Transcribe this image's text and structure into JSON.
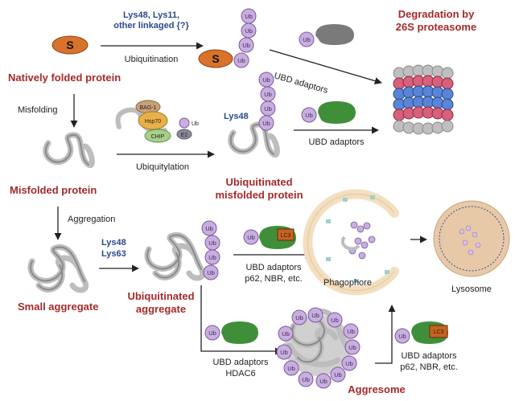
{
  "ub": "Ub",
  "s": "S",
  "lc3": "LC3",
  "native_protein": "Natively folded protein",
  "ubiquitination_linkage": [
    "Lys48, Lys11,",
    "other linkaged {?}"
  ],
  "ubiquitination": "Ubiquitination",
  "ubd_adaptors": "UBD adaptors",
  "degradation": [
    "Degradation by",
    "26S proteasome"
  ],
  "misfolding": "Misfolding",
  "chaperones": {
    "bag1": "BAG-1",
    "hsp70": "Hsp70",
    "chip": "CHIP",
    "e2": "E2"
  },
  "ubiquitylation": "Ubiquitylation",
  "misfolded_protein": "Misfolded protein",
  "lys48": "Lys48",
  "lys63": "Lys63",
  "ubiq_misfolded": [
    "Ubiquitinated",
    "misfolded protein"
  ],
  "aggregation": "Aggregation",
  "small_aggregate": "Small aggregate",
  "ubiq_aggregate": [
    "Ubiquitinated",
    "aggregate"
  ],
  "ubd_p62": [
    "UBD adaptors",
    "p62, NBR, etc."
  ],
  "phagophore": "Phagophore",
  "lysosome": "Lysosome",
  "ubd_hdac6": [
    "UBD adaptors",
    "HDAC6"
  ],
  "aggresome": "Aggresome",
  "colors": {
    "ub_fill": "#c9aee0",
    "s_fill": "#d9722a",
    "green": "#3f8f3a",
    "lc3_fill": "#c8621e",
    "ring_pink": "#d9607a",
    "ring_blue": "#5a85d6",
    "ring_gray": "#bfbfbf",
    "phagophore": "#f3dfc0",
    "lysosome": "#e7c9a8"
  }
}
